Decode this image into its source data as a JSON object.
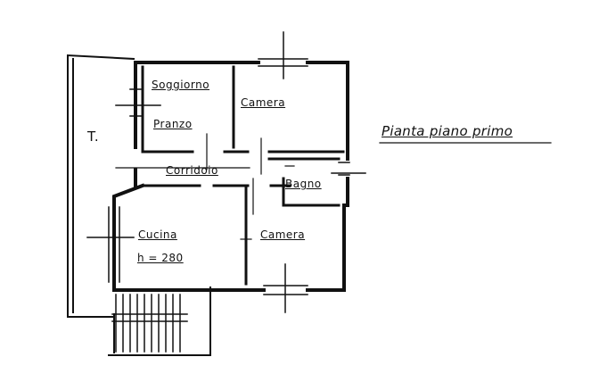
{
  "title": "Pianta piano primo",
  "rooms": {
    "terrace": "T.",
    "living": "Soggiorno",
    "stair": "Pranzo",
    "bedroom_top": "Camera",
    "corridor": "Corridoio",
    "bath": "Bagno",
    "kitchen": "Cucina",
    "height": "h = 280",
    "bedroom_bottom": "Camera"
  }
}
